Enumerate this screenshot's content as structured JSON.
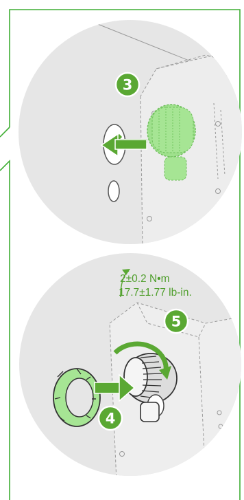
{
  "steps": {
    "step3": "3",
    "step4": "4",
    "step5": "5"
  },
  "torque": {
    "metric": "2±0.2 N•m",
    "imperial": "17.7±1.77 lb-in."
  },
  "colors": {
    "accent": "#5aa833",
    "accent_light": "#9fe18d",
    "circle_bg": "#e6e6e6",
    "frame_line": "#3fae34"
  }
}
